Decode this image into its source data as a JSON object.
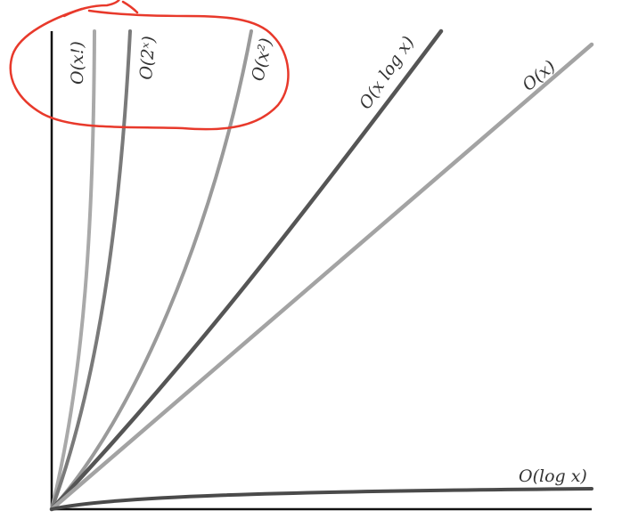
{
  "curves": [
    {
      "id": "factorial",
      "label": "O(x!)",
      "color": "#a9a9a9"
    },
    {
      "id": "exponential",
      "label": "O(2ˣ)",
      "color": "#7a7a7a"
    },
    {
      "id": "quadratic",
      "label": "O(x²)",
      "color": "#9a9a9a"
    },
    {
      "id": "linearithmic",
      "label": "O(x log x)",
      "color": "#555555"
    },
    {
      "id": "linear",
      "label": "O(x)",
      "color": "#a3a3a3"
    },
    {
      "id": "logarithmic",
      "label": "O(log x)",
      "color": "#4a4a4a"
    }
  ],
  "colors": {
    "axis": "#111111",
    "annotation": "#e8392b",
    "label": "#333333"
  }
}
